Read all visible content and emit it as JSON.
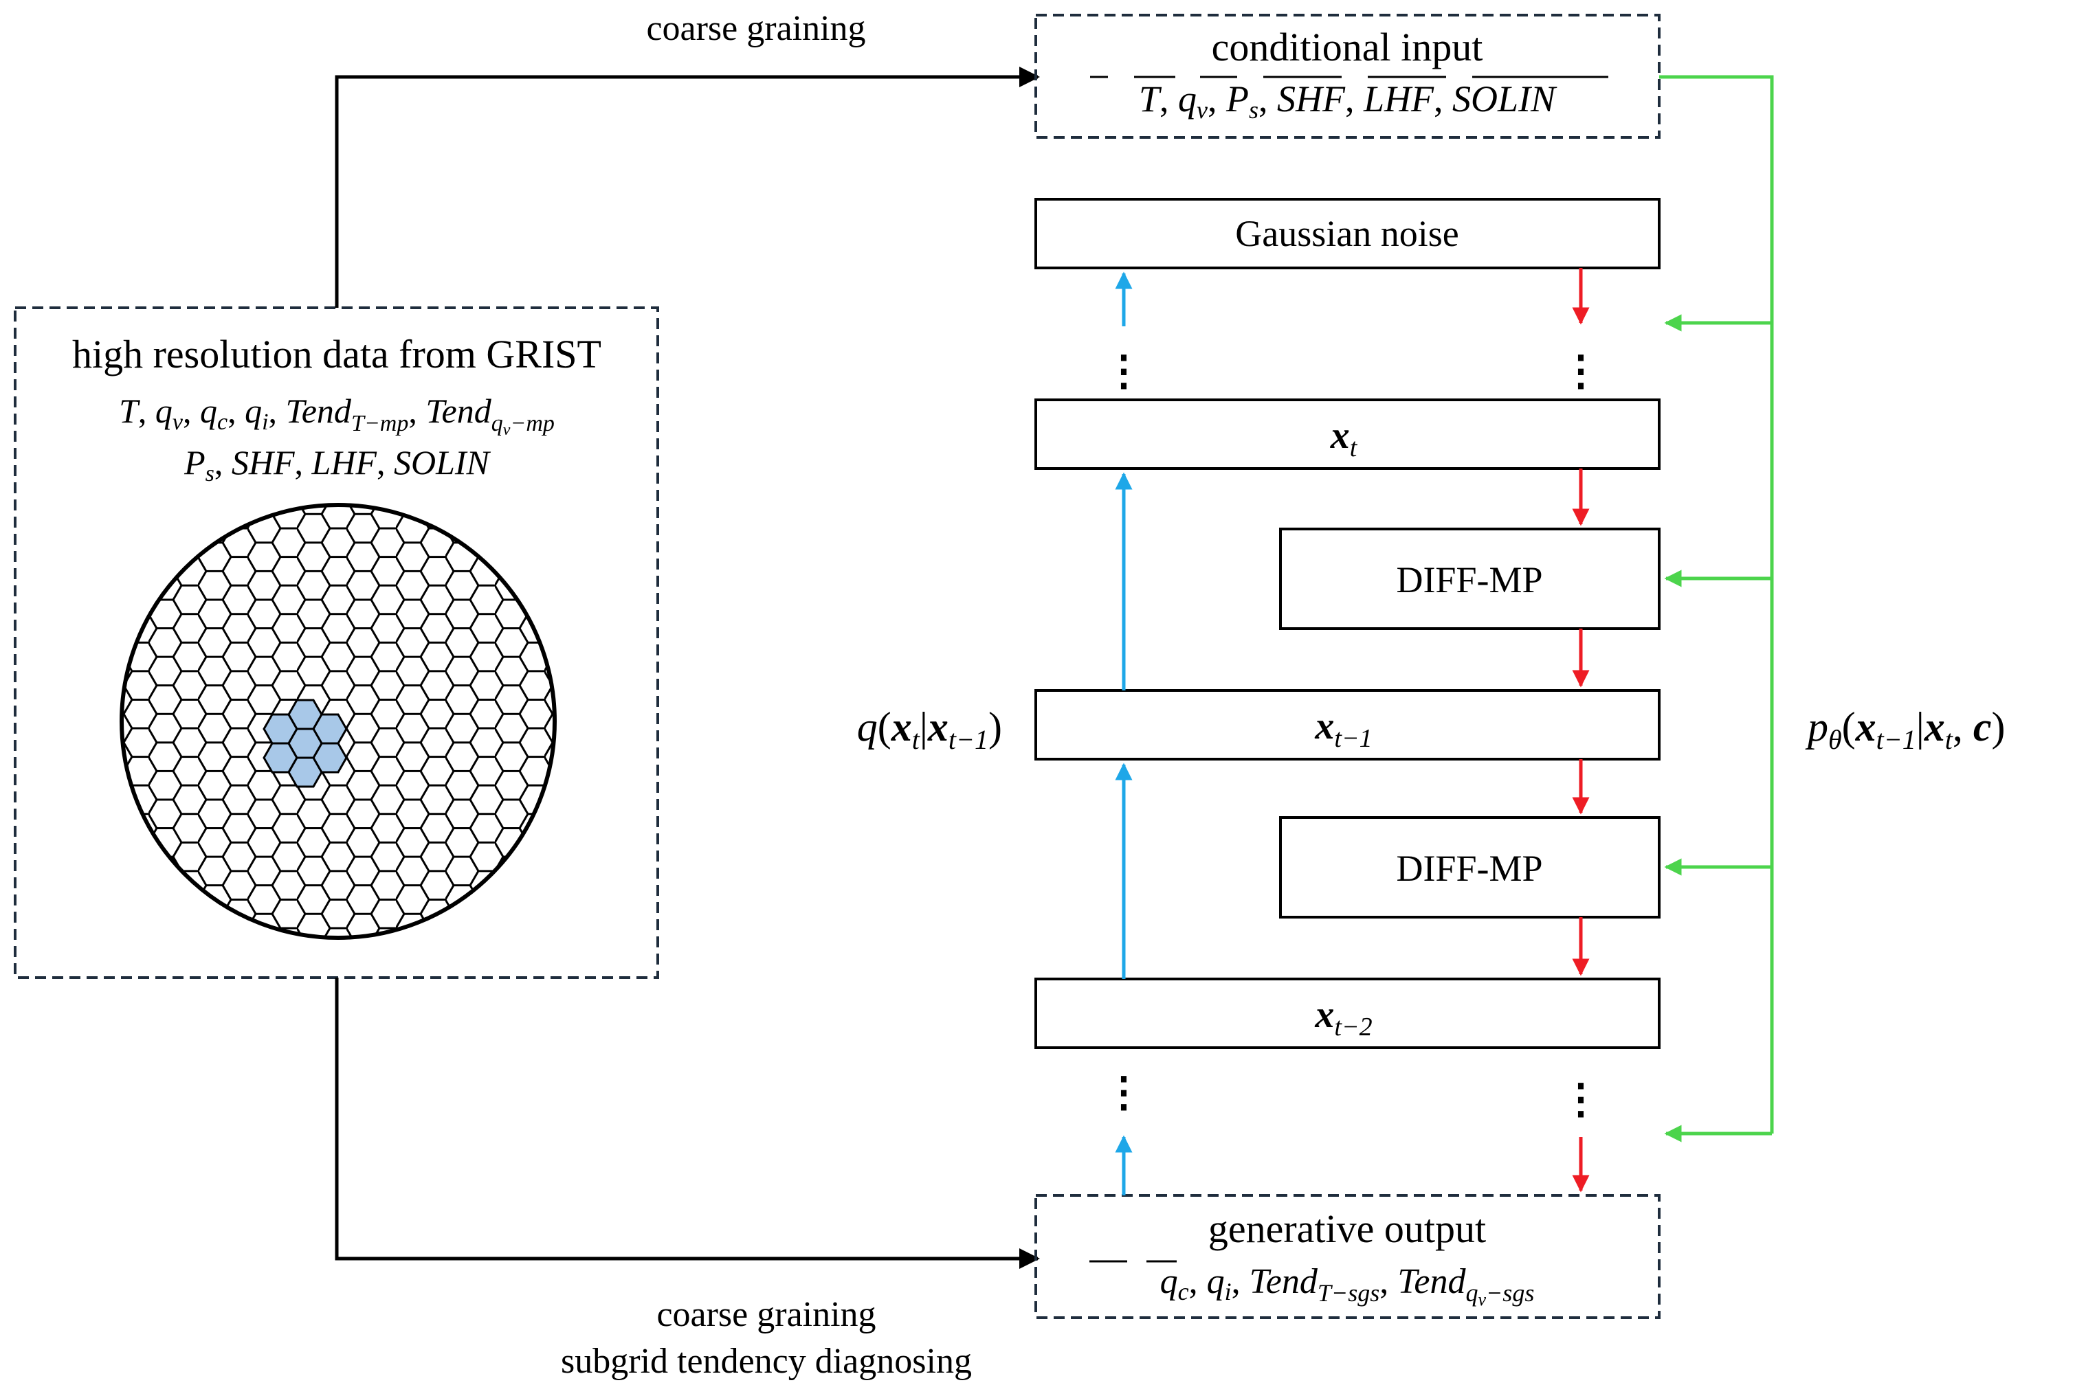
{
  "labels": {
    "coarse_graining_top": "coarse graining",
    "coarse_graining_bottom": "coarse graining",
    "subgrid_diagnosing": "subgrid tendency diagnosing",
    "conditional_input": "conditional input",
    "high_res_title": "high resolution data from GRIST",
    "gaussian_noise": "Gaussian noise",
    "diff_mp_1": "DIFF-MP",
    "diff_mp_2": "DIFF-MP",
    "generative_output": "generative output",
    "ellipsis": "⋮"
  },
  "colors": {
    "forward_arrow": "#1EA7E8",
    "reverse_arrow": "#EE1C24",
    "condition_arrow": "#4CD44C",
    "dashed_border": "#1F2D3D",
    "sphere_highlight": "#A8C8E8"
  }
}
